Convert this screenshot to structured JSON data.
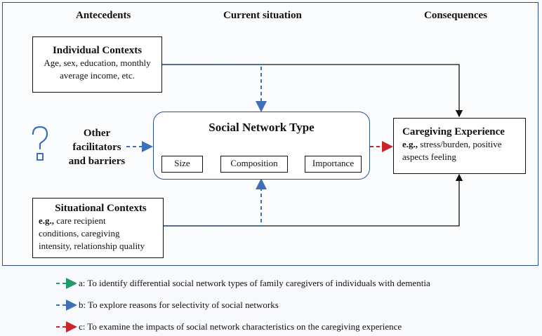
{
  "headings": {
    "antecedents": "Antecedents",
    "current": "Current situation",
    "consequences": "Consequences"
  },
  "individual": {
    "title": "Individual Contexts",
    "line1": "Age, sex, education, monthly",
    "line2": "average income, etc."
  },
  "other": {
    "line1": "Other",
    "line2": "facilitators",
    "line3": "and barriers"
  },
  "situational": {
    "title": "Situational Contexts",
    "eg": "e.g.,",
    "line1": "care recipient",
    "line2": "conditions, caregiving",
    "line3": "intensity, relationship quality"
  },
  "network": {
    "title": "Social Network Type",
    "size": "Size",
    "composition": "Composition",
    "importance": "Importance"
  },
  "caregiving": {
    "title": "Caregiving Experience",
    "eg": "e.g.,",
    "line1": "stress/burden, positive",
    "line2": "aspects feeling"
  },
  "legend": {
    "a": "a: To identify differential social network types of family caregivers of individuals with dementia",
    "b": "b: To explore reasons for selectivity of social networks",
    "c": "c: To examine the impacts of social network characteristics on the caregiving experience"
  },
  "colors": {
    "green": "#1f9a6a",
    "blue": "#3f6fb5",
    "red": "#c9262c",
    "frame": "#2f4f8f"
  },
  "icons": {
    "question": "question-mark-icon"
  }
}
